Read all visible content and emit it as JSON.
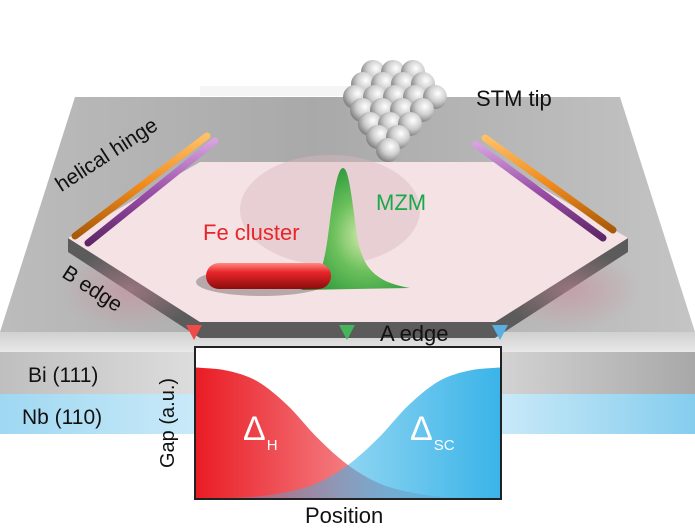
{
  "figure": {
    "labels": {
      "stm_tip": "STM tip",
      "helical_hinge": "helical hinge",
      "b_edge": "B edge",
      "fe_cluster": "Fe cluster",
      "mzm": "MZM",
      "a_edge": "A edge",
      "bi_layer": "Bi (111)",
      "nb_layer": "Nb (110)"
    },
    "colors": {
      "fe_cluster": "#e8262a",
      "mzm": "#1aa84a",
      "hinge_orange": "#f08a1c",
      "hinge_purple": "#9b4fa8",
      "bi_layer": "#bdbdbd",
      "nb_layer": "#8fd3f0",
      "marker_red": "#ef4b4b",
      "marker_green": "#45b45a",
      "marker_blue": "#5aaee0",
      "gap_red": "#ea1c24",
      "gap_blue": "#3ab4e8"
    },
    "markers": [
      "red",
      "green",
      "blue"
    ]
  },
  "chart_data": {
    "type": "area",
    "title": "",
    "xlabel": "Position",
    "ylabel": "Gap (a.u.)",
    "xlim": [
      0,
      1
    ],
    "ylim": [
      0,
      1
    ],
    "grid": false,
    "series": [
      {
        "name": "Delta_H",
        "label_main": "Δ",
        "label_sub": "H",
        "color": "#ea1c24",
        "x": [
          0,
          0.1,
          0.2,
          0.3,
          0.4,
          0.5,
          0.6,
          0.7,
          0.8,
          0.9,
          1.0
        ],
        "values": [
          0.87,
          0.85,
          0.78,
          0.62,
          0.4,
          0.22,
          0.1,
          0.04,
          0.01,
          0.0,
          0.0
        ]
      },
      {
        "name": "Delta_SC",
        "label_main": "Δ",
        "label_sub": "SC",
        "color": "#3ab4e8",
        "x": [
          0,
          0.1,
          0.2,
          0.3,
          0.4,
          0.5,
          0.6,
          0.7,
          0.8,
          0.9,
          1.0
        ],
        "values": [
          0.0,
          0.0,
          0.01,
          0.04,
          0.1,
          0.22,
          0.4,
          0.62,
          0.78,
          0.85,
          0.87
        ]
      }
    ]
  }
}
